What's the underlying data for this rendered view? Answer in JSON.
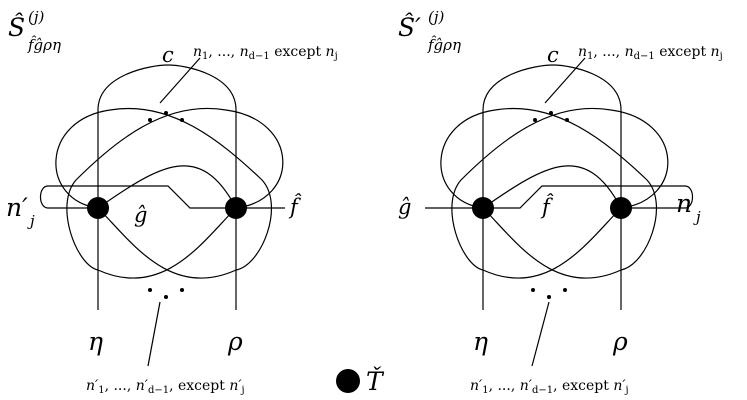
{
  "left": {
    "title": "Ŝ",
    "title_sup": "(j)",
    "title_sub": "f̂ĝρη",
    "upper_label": "c",
    "upper_note": "n₁, ..., n_{d−1} except n_j",
    "upper_note_parts": [
      "n",
      "1",
      ", ..., ",
      "n",
      "d−1",
      " except ",
      "n",
      "j"
    ],
    "lower_note_parts": [
      "n′",
      "1",
      ", ..., ",
      "n′",
      "d−1",
      ", except ",
      "n′",
      "j"
    ],
    "loop_label": "n′",
    "loop_label_sub": "j",
    "vertex_left_label": "ĝ",
    "vertex_right_label": "f̂",
    "leg_left_label": "η",
    "leg_right_label": "ρ",
    "dots": "• • •"
  },
  "right": {
    "title": "Ŝ′",
    "title_sup": "(j)",
    "title_sub": "f̂ĝρη",
    "upper_label": "c",
    "upper_note_parts": [
      "n",
      "1",
      ", ..., ",
      "n",
      "d−1",
      " except ",
      "n",
      "j"
    ],
    "lower_note_parts": [
      "n′",
      "1",
      ", ..., ",
      "n′",
      "d−1",
      ", except ",
      "n′",
      "j"
    ],
    "outer_left_label": "ĝ",
    "inner_label": "f̂",
    "loop_label": "n",
    "loop_label_sub": "j",
    "leg_left_label": "η",
    "leg_right_label": "ρ"
  },
  "legend": {
    "symbol_label": "Ť",
    "dot_color": "#000000"
  }
}
